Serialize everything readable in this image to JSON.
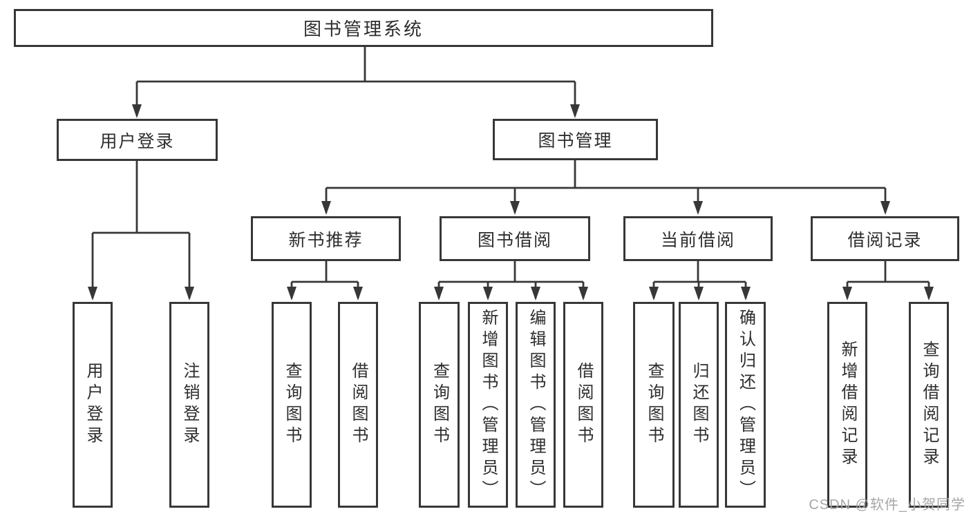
{
  "diagram": {
    "root": {
      "label": "图书管理系统"
    },
    "branches": [
      {
        "label": "用户登录",
        "children": [
          {
            "label": "用户登录"
          },
          {
            "label": "注销登录"
          }
        ]
      },
      {
        "label": "图书管理",
        "children": [
          {
            "label": "新书推荐",
            "children": [
              {
                "label": "查询图书"
              },
              {
                "label": "借阅图书"
              }
            ]
          },
          {
            "label": "图书借阅",
            "children": [
              {
                "label": "查询图书"
              },
              {
                "label": "新增图书（管理员）"
              },
              {
                "label": "编辑图书（管理员）"
              },
              {
                "label": "借阅图书"
              }
            ]
          },
          {
            "label": "当前借阅",
            "children": [
              {
                "label": "查询图书"
              },
              {
                "label": "归还图书"
              },
              {
                "label": "确认归还（管理员）"
              }
            ]
          },
          {
            "label": "借阅记录",
            "children": [
              {
                "label": "新增借阅记录"
              },
              {
                "label": "查询借阅记录"
              }
            ]
          }
        ]
      }
    ]
  },
  "watermark": {
    "text": "CSDN @软件_小贺同学"
  },
  "colors": {
    "line": "#373737",
    "text": "#2d2d2d",
    "watermark": "#a6a6a6",
    "background": "#ffffff"
  }
}
